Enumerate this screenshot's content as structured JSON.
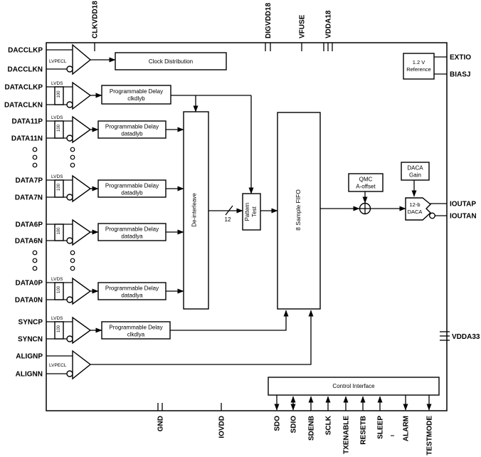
{
  "pins": {
    "left": [
      "DACCLKP",
      "DACCLKN",
      "DATACLKP",
      "DATACLKN",
      "DATA11P",
      "DATA11N",
      "DATA7P",
      "DATA7N",
      "DATA6P",
      "DATA6N",
      "DATA0P",
      "DATA0N",
      "SYNCP",
      "SYNCN",
      "ALIGNP",
      "ALIGNN"
    ],
    "top": [
      "CLKVDD18",
      "DIGVDD18",
      "VFUSE",
      "VDDA18"
    ],
    "right": [
      "EXTIO",
      "BIASJ",
      "IOUTAP",
      "IOUTAN",
      "VDDA33"
    ],
    "bottom": [
      "GND",
      "IOVDD"
    ],
    "control": [
      "SDO",
      "SDIO",
      "SDENB",
      "SCLK",
      "TXENABLE",
      "RESETB",
      "SLEEP",
      "ALARM",
      "TESTMODE"
    ]
  },
  "receivers": {
    "lvpecl": "LVPECL",
    "lvds": "LVDS",
    "termination": "100"
  },
  "blocks": {
    "clock_distribution": "Clock Distribution",
    "programmable_delay": "Programmable Delay",
    "clkdlyb": "clkdlyb",
    "datadlyb": "datadlyb",
    "datadlya": "datadlya",
    "clkdlya": "clkdlya",
    "deinterleave": "De-interleave",
    "pattern_test_line1": "Pattern",
    "pattern_test_line2": "Test",
    "fifo": "8 Sample FIFO",
    "qmc_line1": "QMC",
    "qmc_line2": "A-offset",
    "daca_gain_line1": "DACA",
    "daca_gain_line2": "Gain",
    "daca_line1": "12-b",
    "daca_line2": "DACA",
    "reference_line1": "1.2 V",
    "reference_line2": "Reference",
    "control_interface": "Control Interface"
  },
  "annotations": {
    "bus_width": "12"
  },
  "colors": {
    "line": "#000000",
    "background": "#ffffff"
  }
}
